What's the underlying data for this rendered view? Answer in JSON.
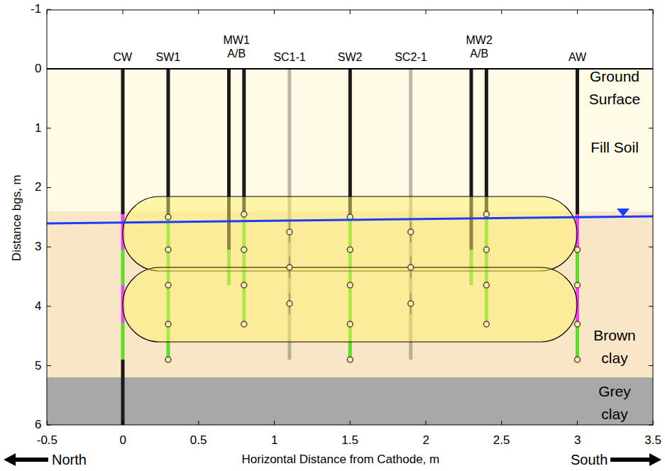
{
  "diagram": {
    "nodes": [
      {
        "text": [
          "Ground Surface",
          "Fill Soil"
        ]
      },
      {
        "text": [
          "Brown clay"
        ]
      },
      {
        "text": [
          "Grey clay"
        ]
      }
    ],
    "labels": [
      "CW",
      "SW1",
      "MW1 A/B",
      "SC1-1",
      "SW2",
      "SC2-1",
      "MW2 A/B",
      "AW",
      "-1",
      "0",
      "1",
      "2",
      "3",
      "4",
      "5",
      "6",
      "-0.5",
      "0",
      "0.5",
      "1",
      "1.5",
      "2",
      "2.5",
      "3",
      "3.5",
      "Distance bgs, m",
      "Horizontal Distance from Cathode, m",
      "North",
      "South"
    ]
  }
}
